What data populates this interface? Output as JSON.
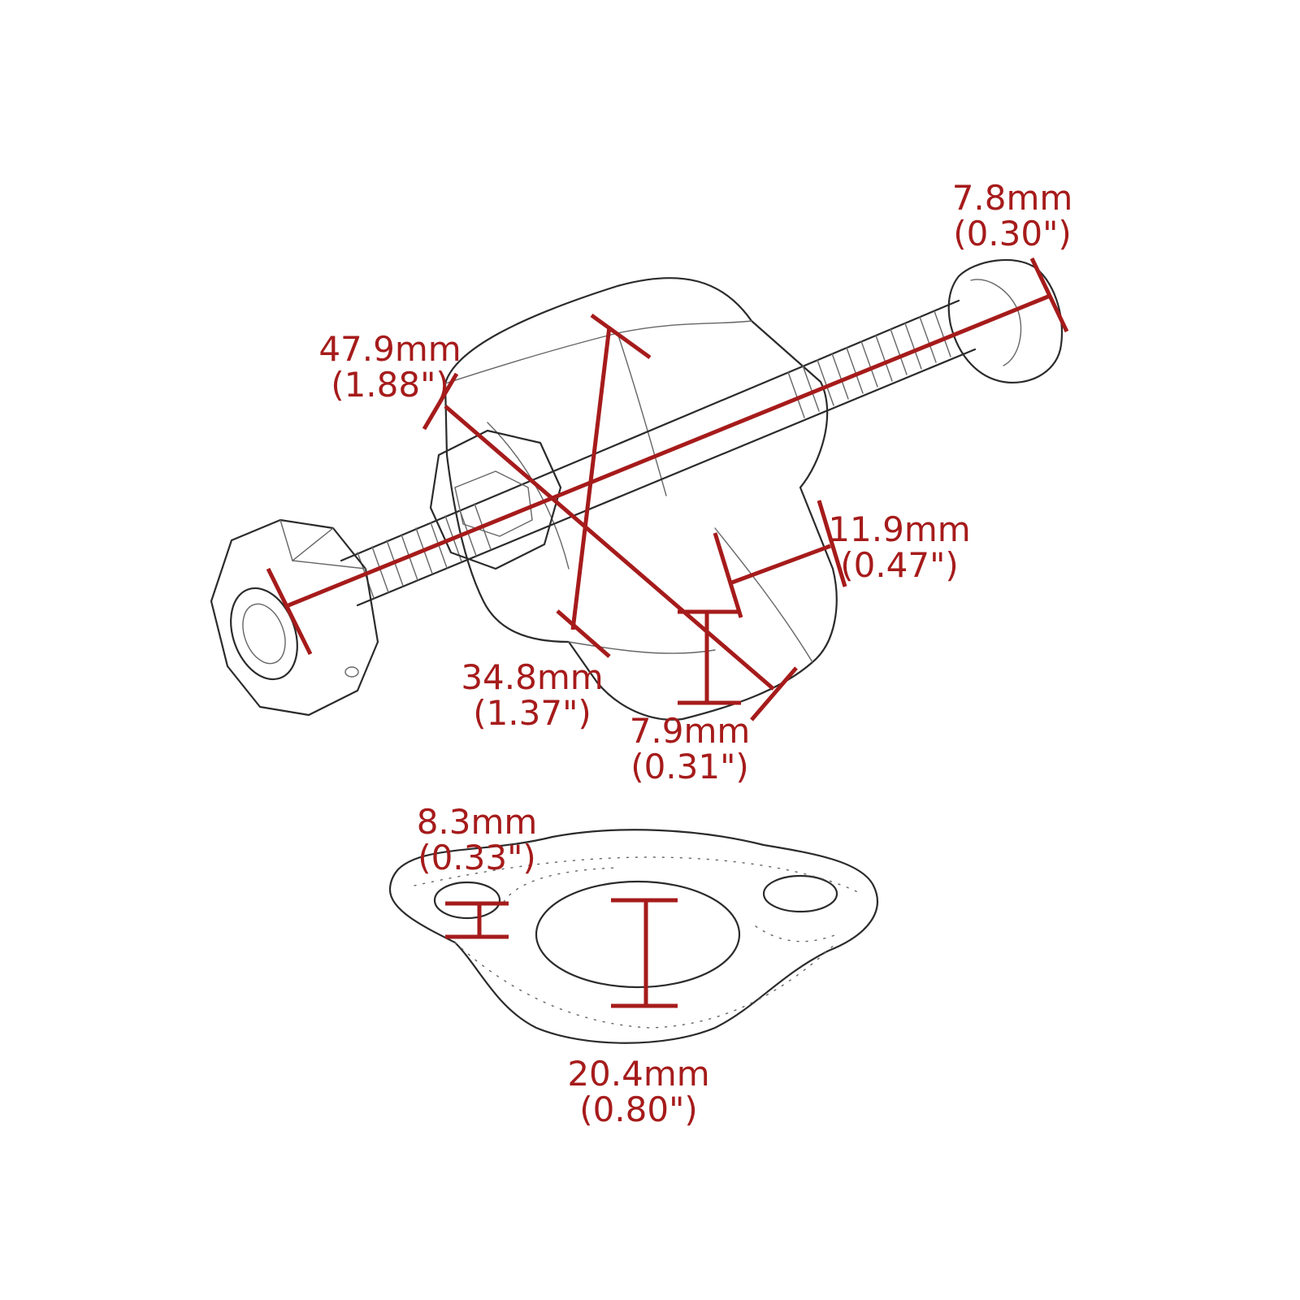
{
  "colors": {
    "dimension": "#a61b1b",
    "outline": "#2b2b2b",
    "background": "#ffffff"
  },
  "dimensions": {
    "overall_length": {
      "metric": "47.9mm",
      "imperial": "(1.88\")"
    },
    "bolt_head": {
      "metric": "7.8mm",
      "imperial": "(0.30\")"
    },
    "body_diagonal": {
      "metric": "34.8mm",
      "imperial": "(1.37\")"
    },
    "body_width": {
      "metric": "11.9mm",
      "imperial": "(0.47\")"
    },
    "flange_thickness": {
      "metric": "7.9mm",
      "imperial": "(0.31\")"
    },
    "gasket_small_hole": {
      "metric": "8.3mm",
      "imperial": "(0.33\")"
    },
    "gasket_center_hole": {
      "metric": "20.4mm",
      "imperial": "(0.80\")"
    }
  }
}
